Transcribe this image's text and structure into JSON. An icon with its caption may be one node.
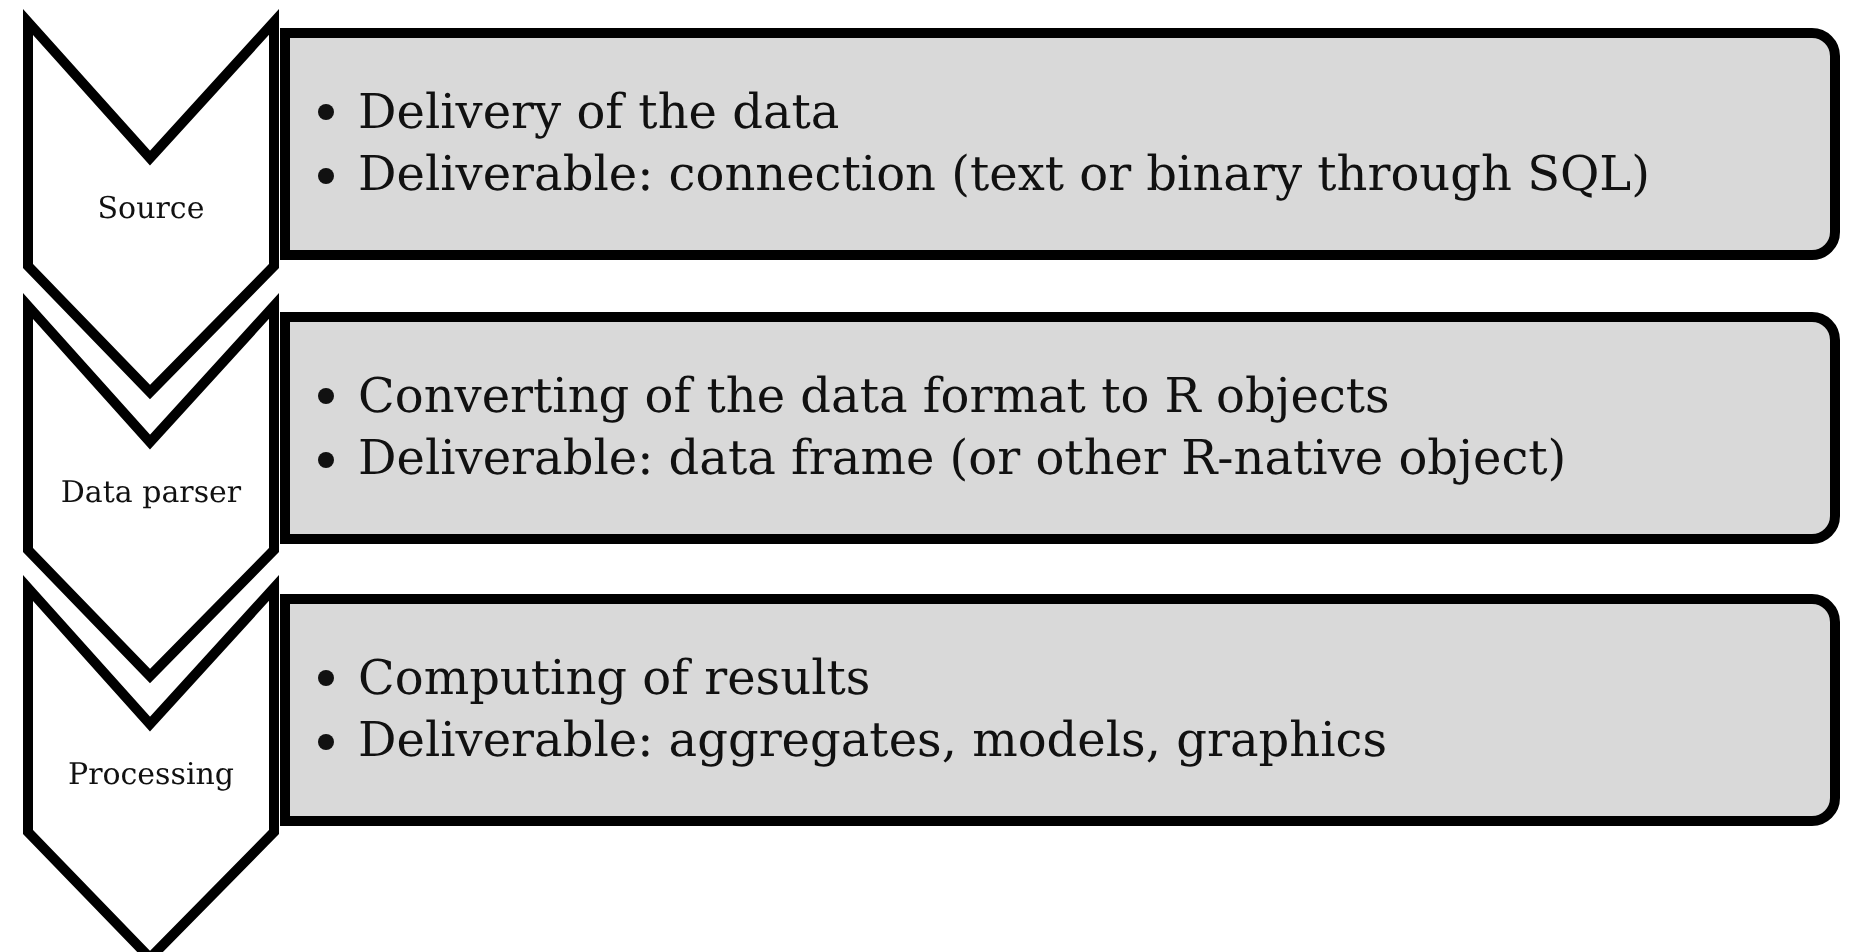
{
  "diagram": {
    "nodes": [
      {
        "text": [
          "Source"
        ]
      },
      {
        "text": [
          "Delivery of the data",
          "Deliverable: connection (text or binary through SQL)"
        ]
      },
      {
        "text": [
          "Data parser"
        ]
      },
      {
        "text": [
          "Converting of the data format to R objects",
          "Deliverable: data frame (or other R-native object)"
        ]
      },
      {
        "text": [
          "Processing"
        ]
      },
      {
        "text": [
          "Computing of results",
          "Deliverable: aggregates, models, graphics"
        ]
      }
    ]
  }
}
